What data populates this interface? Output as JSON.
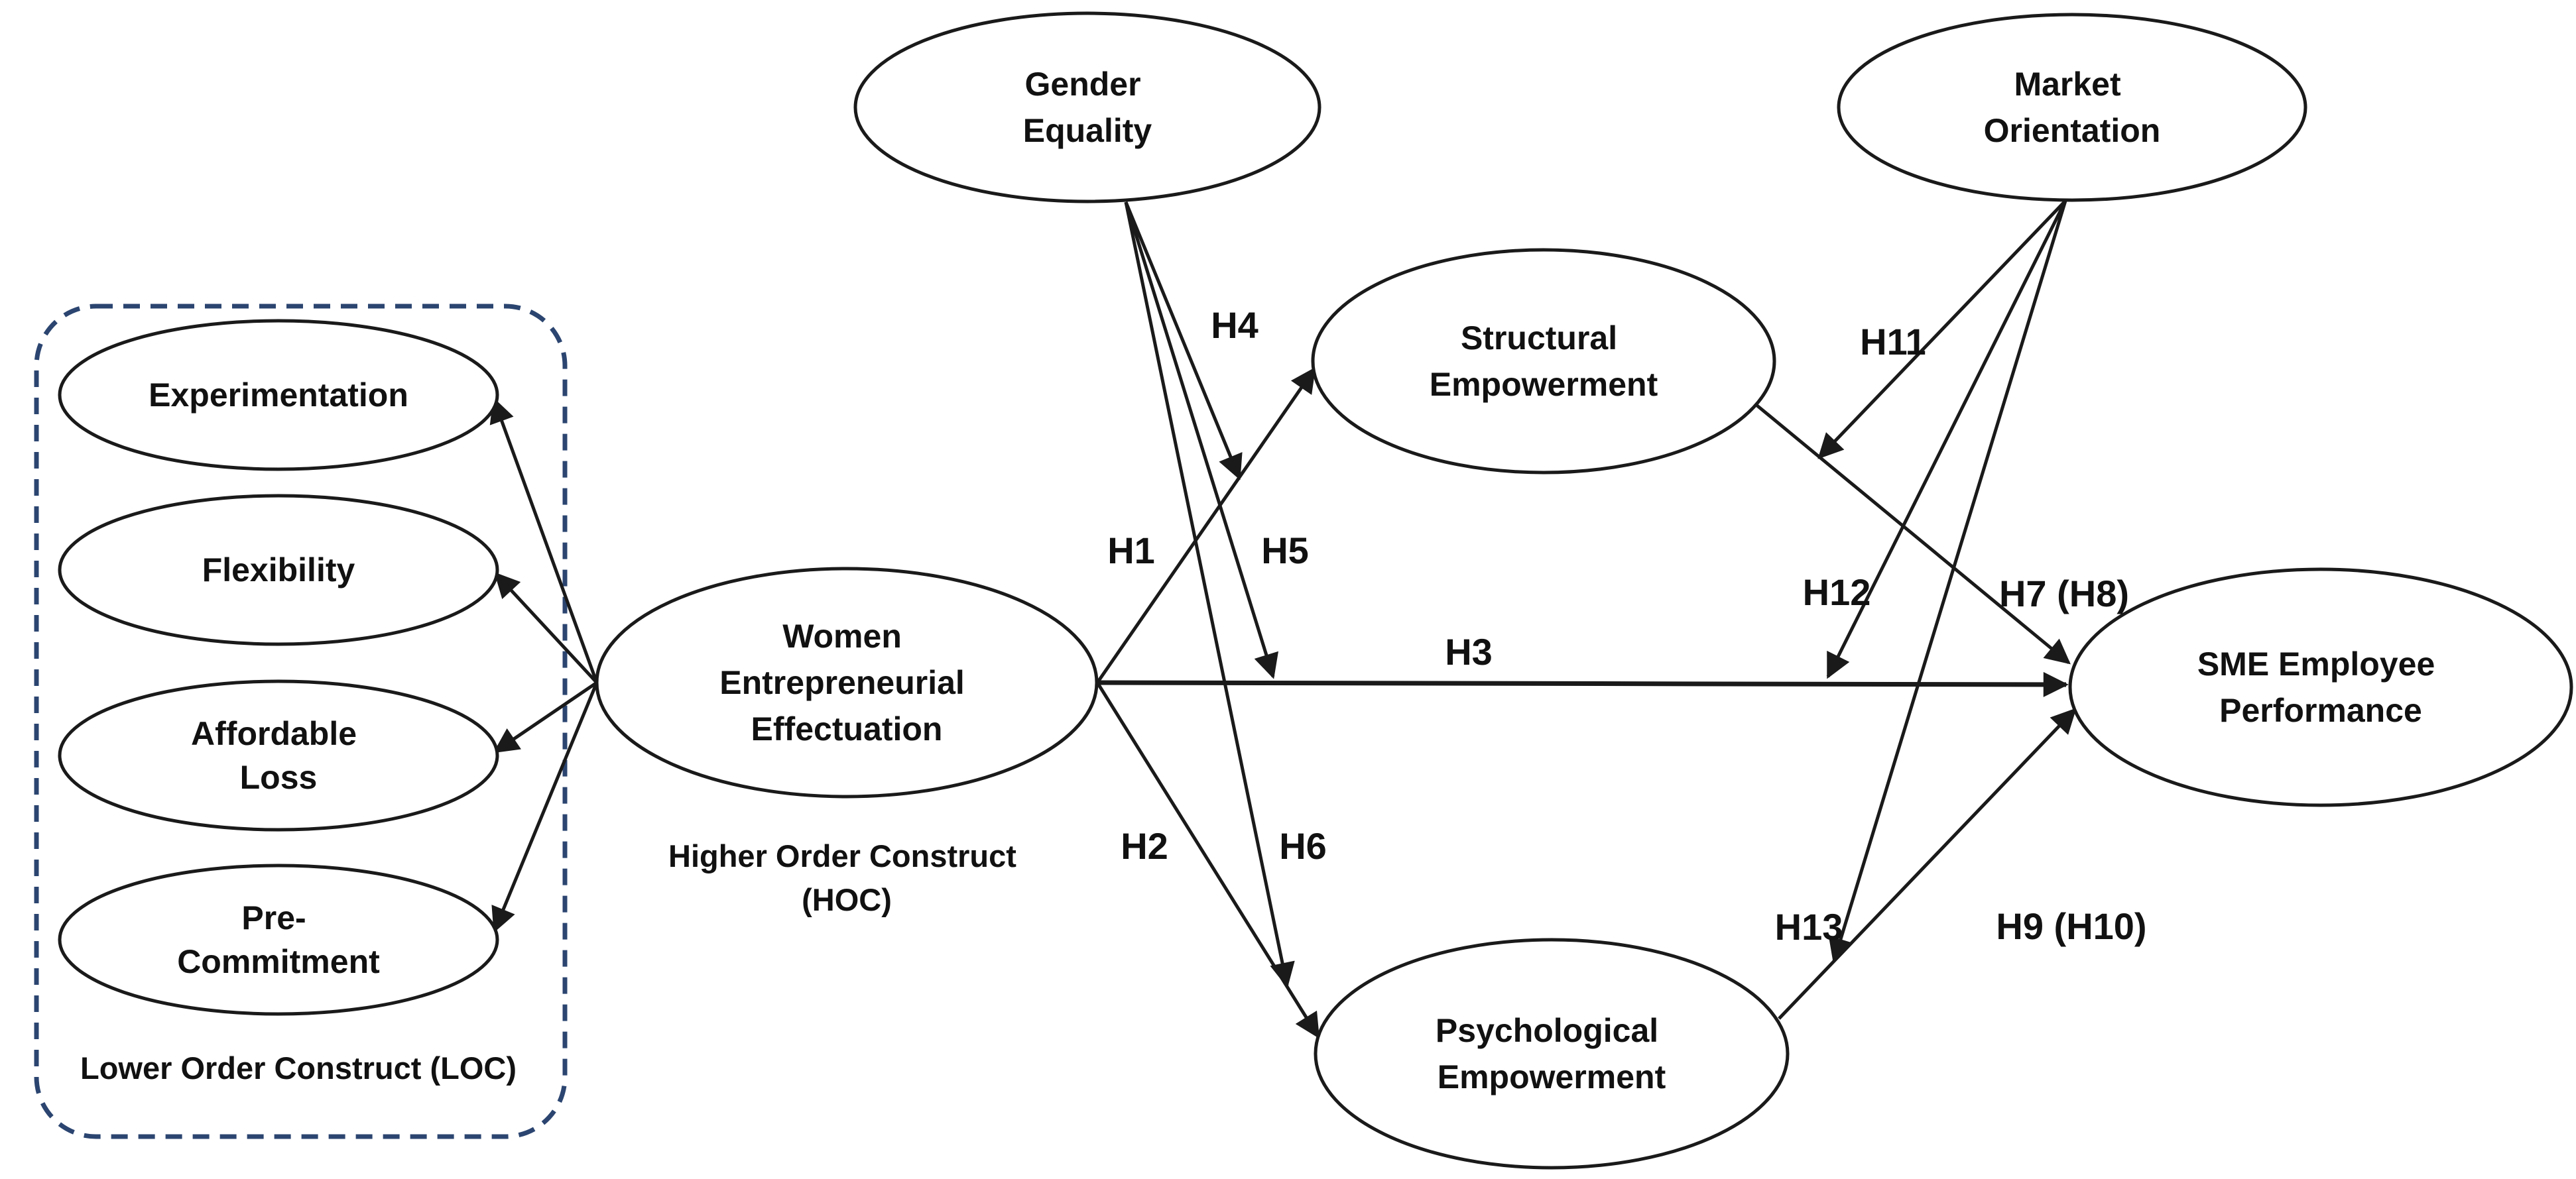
{
  "diagram_title": "Women Entrepreneurial Effectuation research model",
  "nodes": {
    "experimentation": {
      "lines": [
        "Experimentation"
      ]
    },
    "flexibility": {
      "lines": [
        "Flexibility"
      ]
    },
    "affordable_loss": {
      "lines": [
        "Affordable",
        "Loss"
      ]
    },
    "pre_commitment": {
      "lines": [
        "Pre-",
        "Commitment"
      ]
    },
    "wee": {
      "lines": [
        "Women",
        "Entrepreneurial",
        "Effectuation"
      ]
    },
    "gender_equality": {
      "lines": [
        "Gender",
        "Equality"
      ]
    },
    "market_orientation": {
      "lines": [
        "Market",
        "Orientation"
      ]
    },
    "structural_empowerment": {
      "lines": [
        "Structural",
        "Empowerment"
      ]
    },
    "psychological_empowerment": {
      "lines": [
        "Psychological",
        "Empowerment"
      ]
    },
    "sme_employee_performance": {
      "lines": [
        "SME Employee",
        "Performance"
      ]
    }
  },
  "captions": {
    "loc": "Lower Order Construct (LOC)",
    "hoc_line1": "Higher Order Construct",
    "hoc_line2": "(HOC)"
  },
  "hypotheses": {
    "h1": "H1",
    "h2": "H2",
    "h3": "H3",
    "h4": "H4",
    "h5": "H5",
    "h6": "H6",
    "h7_h8": "H7 (H8)",
    "h9_h10": "H9 (H10)",
    "h11": "H11",
    "h12": "H12",
    "h13": "H13"
  },
  "colors": {
    "line": "#1a1a1a",
    "loc_box_border": "#2b4570",
    "background": "#ffffff"
  }
}
